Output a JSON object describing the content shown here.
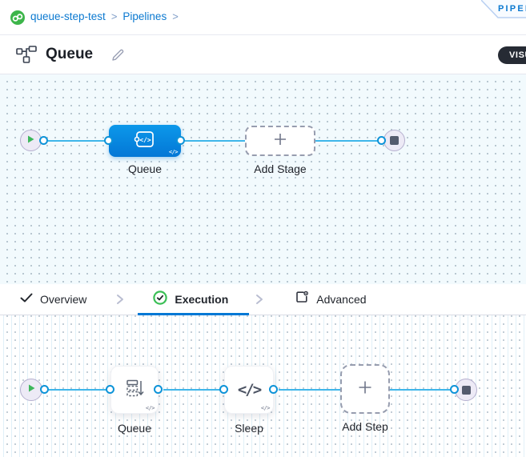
{
  "breadcrumb": {
    "separator": ">",
    "items": [
      {
        "label": "queue-step-test"
      },
      {
        "label": "Pipelines"
      }
    ]
  },
  "header": {
    "studio_tab_label": "PIPELINE STUDIO",
    "title": "Queue",
    "view_toggle_label": "VISUAL"
  },
  "stage_canvas": {
    "stage_name": "Queue",
    "add_stage_label": "Add Stage"
  },
  "tabs": [
    {
      "label": "Overview",
      "state": "complete"
    },
    {
      "label": "Execution",
      "state": "active"
    },
    {
      "label": "Advanced",
      "state": "default"
    }
  ],
  "execution_canvas": {
    "steps": [
      {
        "name": "Queue",
        "icon": "queue-icon"
      },
      {
        "name": "Sleep",
        "icon": "code-icon"
      }
    ],
    "add_step_label": "Add Step"
  },
  "icons": {
    "code_badge": "</>",
    "code_step_glyph": "</>"
  },
  "colors": {
    "link_blue": "#0b79d0",
    "accent_blue": "#0278d5",
    "edge_cyan": "#3fb6ea",
    "node_blue_top": "#0c98ea",
    "node_blue_bottom": "#0377d6",
    "green": "#3eb75c",
    "badge_dark": "#262b34",
    "canvas_tint": "#f2fafd"
  }
}
